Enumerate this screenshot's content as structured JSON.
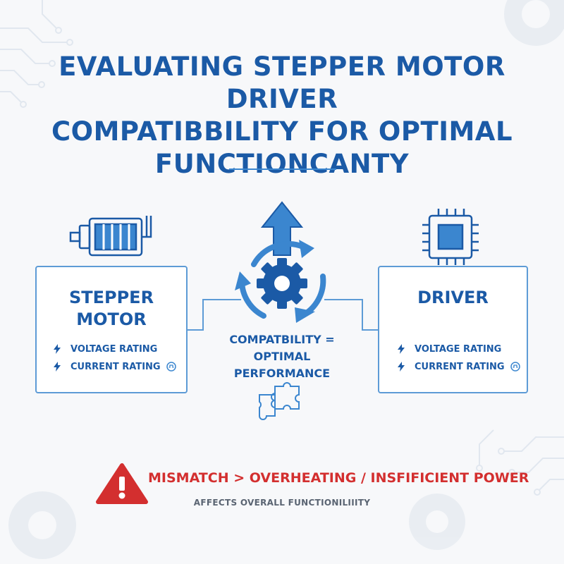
{
  "title": {
    "line1": "EVALUATING STEPPER MOTOR DRIVER",
    "line2": "COMPATIBBILITY FOR OPTIMAL",
    "line3": "FUNCTIONCANTY"
  },
  "motor_card": {
    "title_line1": "STEPPER",
    "title_line2": "MOTOR",
    "specs": [
      {
        "label": "VOLTAGE RATING",
        "icon": "lightning-bolt-icon"
      },
      {
        "label": "CURRENT RATING",
        "icon": "lightning-bolt-icon",
        "badge_icon": "signal-pulse-icon"
      }
    ]
  },
  "driver_card": {
    "title": "DRIVER",
    "specs": [
      {
        "label": "VOLTAGE RATING",
        "icon": "lightning-bolt-icon"
      },
      {
        "label": "CURRENT RATING",
        "icon": "lightning-bolt-icon",
        "badge_icon": "signal-pulse-icon"
      }
    ]
  },
  "center": {
    "line1": "COMPATBILITY =",
    "line2": "OPTIMAL PERFORMANCE"
  },
  "warning": {
    "text": "MISMATCH > OVERHEATING / INSFIFICIENT POWER",
    "subtext": "AFFECTS OVERALL FUNCTIONILIIITY"
  },
  "colors": {
    "primary": "#1b5aa6",
    "accent": "#3b86cf",
    "warning": "#d32f2f",
    "muted": "#5a6472",
    "background": "#f7f8fa"
  }
}
